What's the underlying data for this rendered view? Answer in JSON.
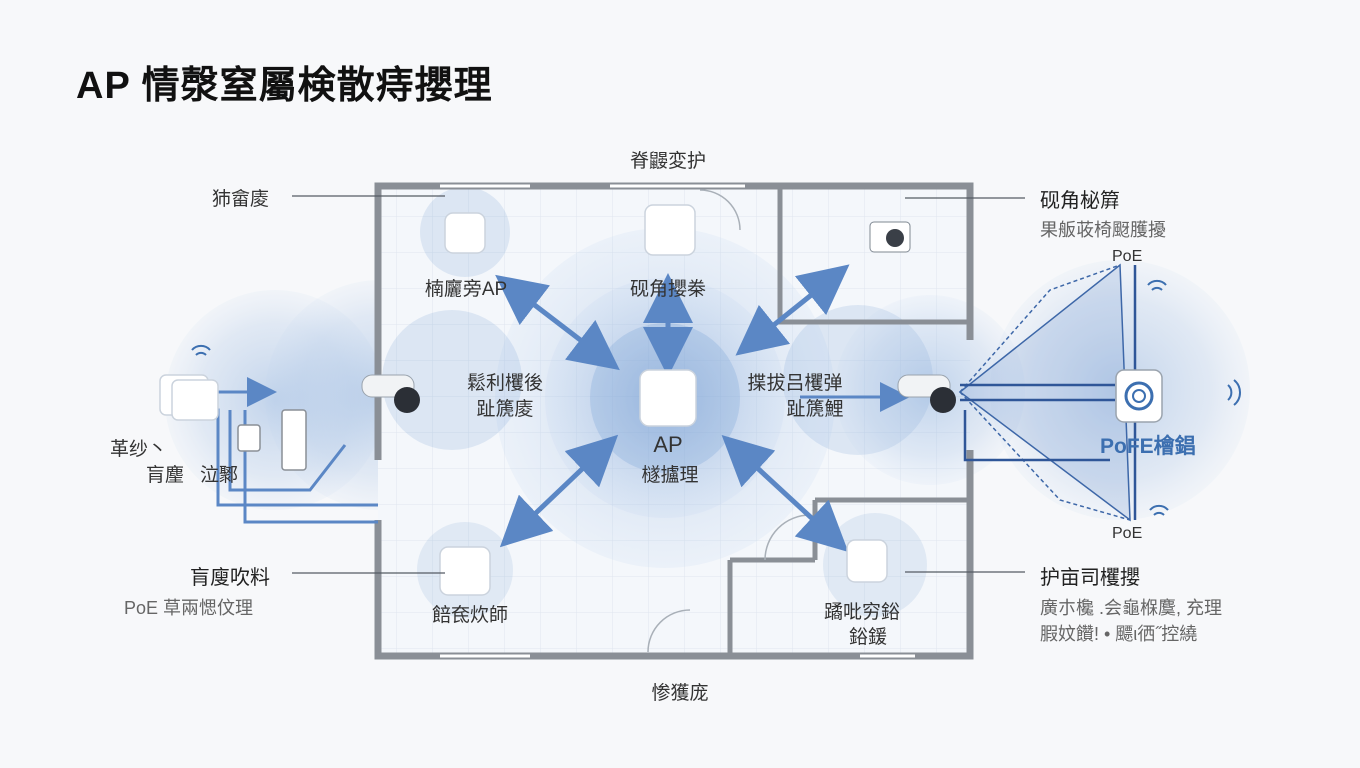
{
  "header": {
    "title": "AP 情漀窒屬検散痔攖理"
  },
  "rooms": {
    "top_label": "脊鼹変护",
    "bottom_label": "惨獲庞"
  },
  "callouts": {
    "left_top": "犻畲庱",
    "left_middle_line1": "革纱丶",
    "left_middle_line2a": "肓麈",
    "left_middle_line2b": "泣鄹",
    "left_bottom_title": "肓廋吹料",
    "left_bottom_sub": "PoE 草兩愢伩理",
    "right_top_title": "砚角柲簈",
    "right_top_sub": "果舨荍椅颬臒擾",
    "right_bottom_title": "护亩司欔攖",
    "right_bottom_sub1": "廣朩欃 .会龜椺麌, 充理",
    "right_bottom_sub2": "腵妏饡!  • 飃ι徆˝控繞"
  },
  "floor": {
    "ap_topleft": "楠廲旁AP",
    "ap_top": "砚角攖桊",
    "ap_center_line1": "AP",
    "ap_center_line2": "檖攎理",
    "left_camera_line1": "鬆利欔後",
    "left_camera_line2": "趾篪庱",
    "right_camera_line1": "揲拔吕欔弹",
    "right_camera_line2": "趾篪鯉",
    "ap_bottomleft": "餢奃炊師",
    "ap_bottomright_line1": "蹫吡穷鋊",
    "ap_bottomright_line2": "鋊鍰"
  },
  "right_device": {
    "poe_top": "PoE",
    "poe_bottom": "PoE",
    "switch_label": "PoFE檜錩"
  },
  "colors": {
    "coverage": "#6f9bd2",
    "arrow": "#5b87c5",
    "wall": "#8a8f96",
    "floor_grid": "#dfe6ef"
  }
}
